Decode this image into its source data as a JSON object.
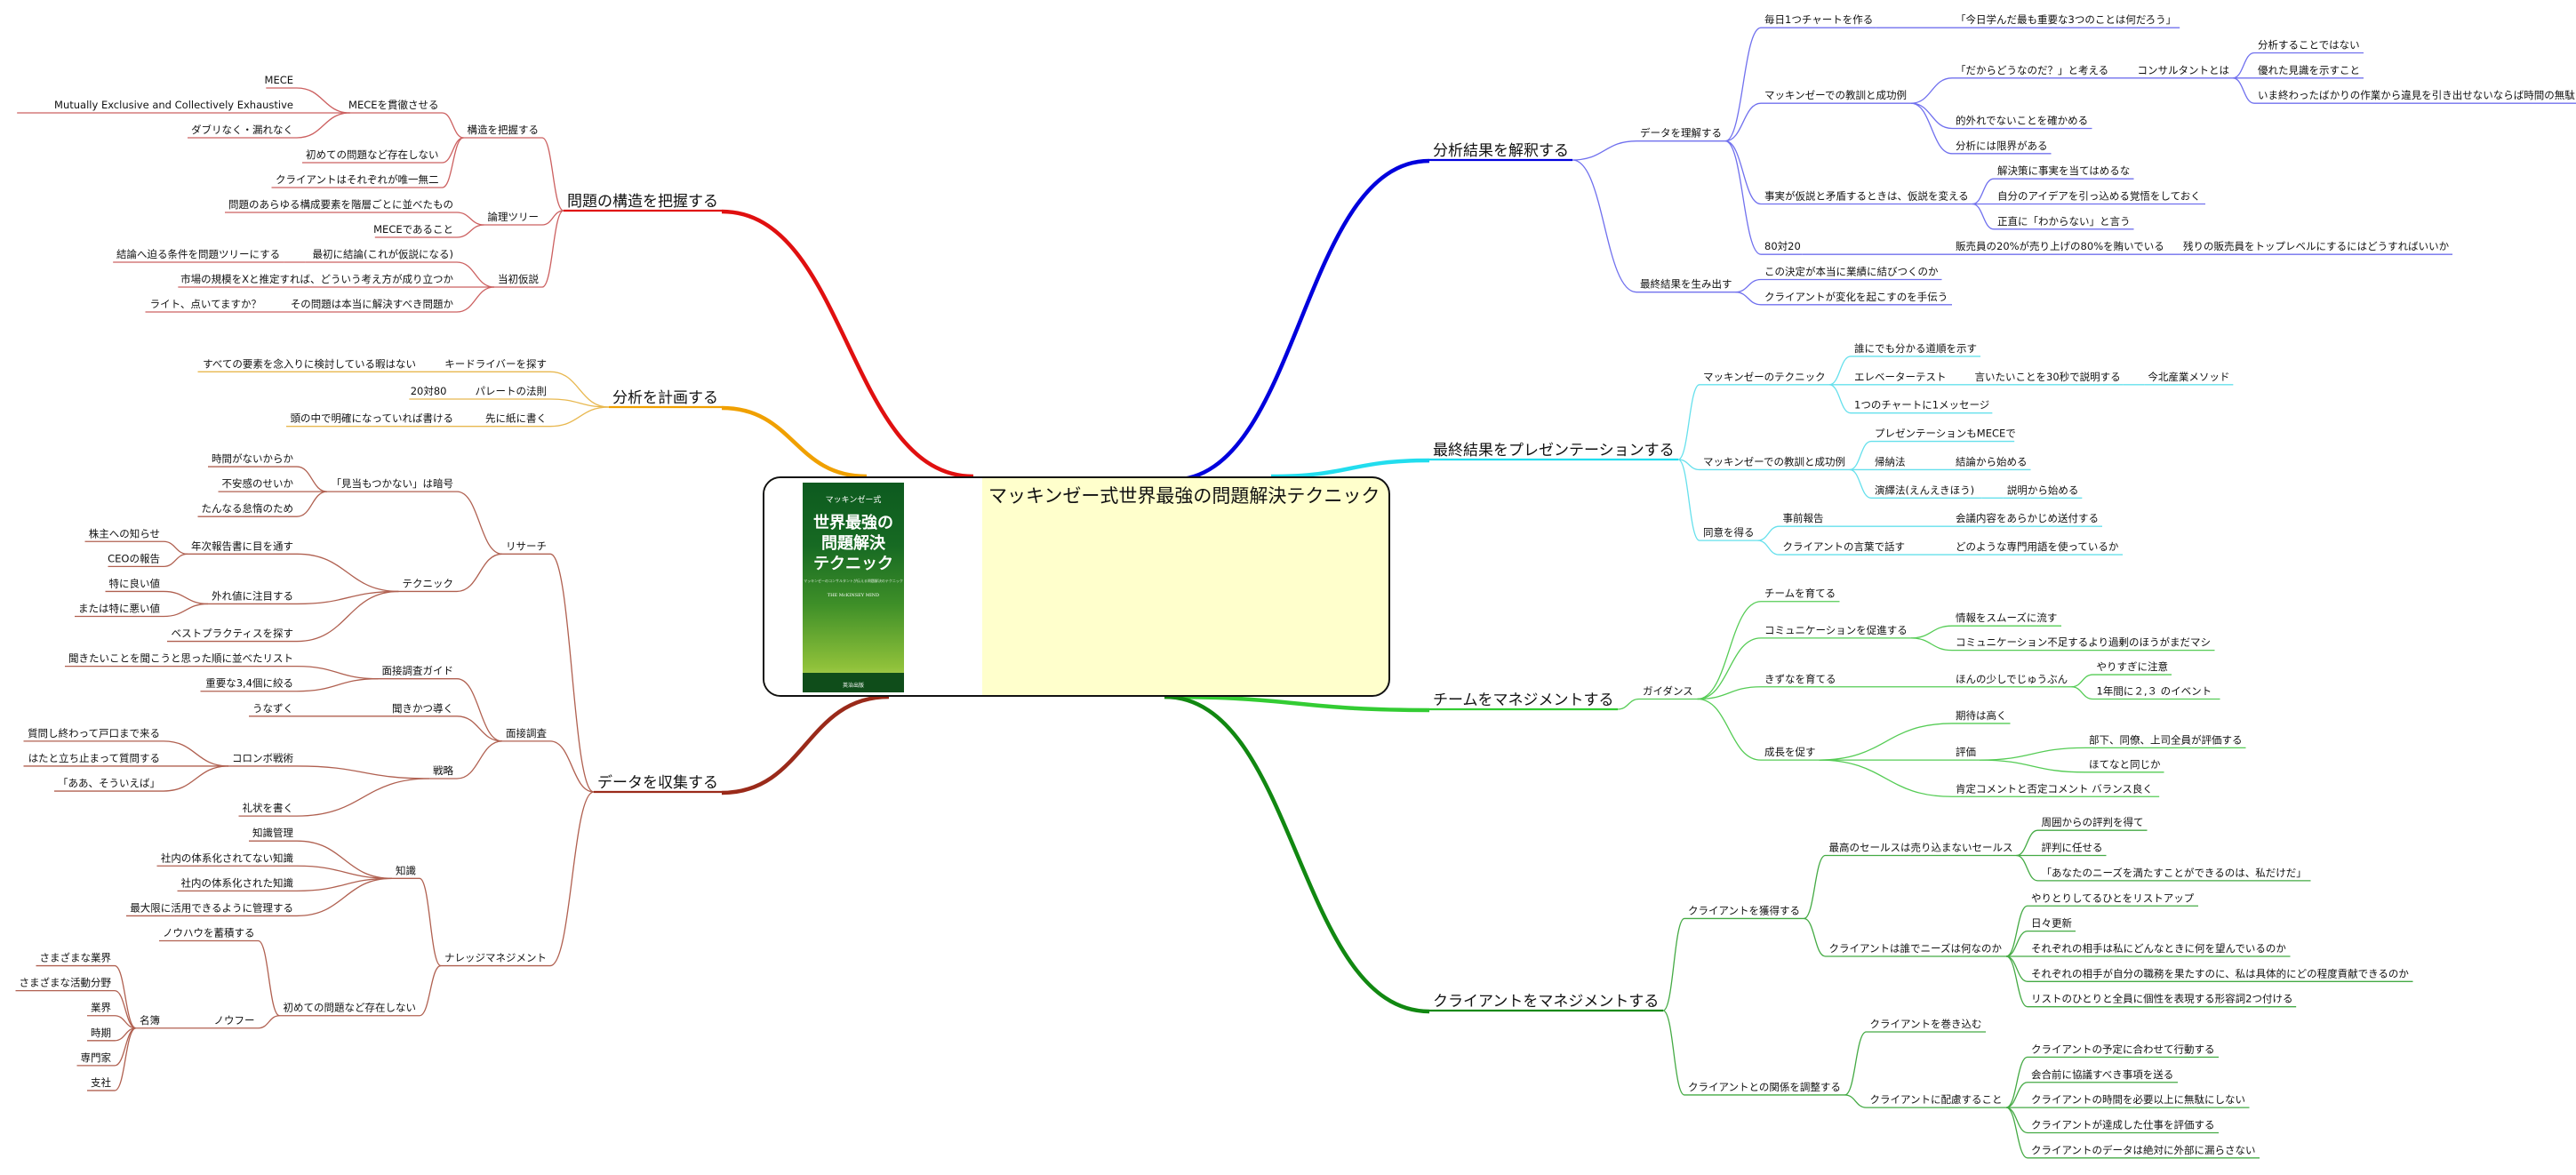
{
  "title": "マッキンゼー式世界最強の問題解決テクニック",
  "book": {
    "series": "マッキンゼー式",
    "title_lines": [
      "世界最強の",
      "問題解決",
      "テクニック"
    ],
    "tagline": "マッキンゼーのコンサルタントが伝える問題解決のテクニック",
    "english": "THE McKINSEY MIND",
    "publisher": "英治出版"
  },
  "colors": {
    "red": "#e01010",
    "orange": "#f0a000",
    "darkred": "#9a2a1a",
    "blue": "#0000dd",
    "cyan": "#22ddee",
    "green_light": "#33cc33",
    "green_dark": "#118811",
    "sub_red": "#cc6060",
    "sub_orange": "#e8b850",
    "sub_darkred": "#b06050",
    "sub_blue": "#7070ee",
    "sub_cyan": "#66e0ec",
    "sub_green": "#55cc55",
    "sub_green_dark": "#44aa44"
  },
  "left": [
    {
      "label": "問題の構造を把握する",
      "color": "red",
      "children": [
        {
          "label": "構造を把握する",
          "children": [
            {
              "label": "MECEを貫徹させる",
              "children": [
                {
                  "label": "MECE"
                },
                {
                  "label": "Mutually Exclusive and Collectively Exhaustive"
                },
                {
                  "label": "ダブリなく・漏れなく"
                }
              ]
            },
            {
              "label": "初めての問題など存在しない"
            },
            {
              "label": "クライアントはそれぞれが唯一無二"
            }
          ]
        },
        {
          "label": "論理ツリー",
          "children": [
            {
              "label": "問題のあらゆる構成要素を階層ごとに並べたもの"
            },
            {
              "label": "MECEであること"
            }
          ]
        },
        {
          "label": "当初仮説",
          "children": [
            {
              "label": "最初に結論(これが仮説になる)",
              "children": [
                {
                  "label": "結論へ迫る条件を問題ツリーにする"
                }
              ]
            },
            {
              "label": "市場の規模をXと推定すれば、どういう考え方が成り立つか"
            },
            {
              "label": "その問題は本当に解決すべき問題か",
              "children": [
                {
                  "label": "ライト、点いてますか？"
                }
              ]
            }
          ]
        }
      ]
    },
    {
      "label": "分析を計画する",
      "color": "orange",
      "children": [
        {
          "label": "キードライバーを探す",
          "children": [
            {
              "label": "すべての要素を念入りに検討している暇はない"
            }
          ]
        },
        {
          "label": "パレートの法則",
          "children": [
            {
              "label": "20対80"
            }
          ]
        },
        {
          "label": "先に紙に書く",
          "children": [
            {
              "label": "頭の中で明確になっていれば書ける"
            }
          ]
        }
      ]
    },
    {
      "label": "データを収集する",
      "color": "darkred",
      "children": [
        {
          "label": "リサーチ",
          "children": [
            {
              "label": "「見当もつかない」は暗号",
              "children": [
                {
                  "label": "時間がないからか"
                },
                {
                  "label": "不安感のせいか"
                },
                {
                  "label": "たんなる怠惰のため"
                }
              ]
            },
            {
              "label": "テクニック",
              "children": [
                {
                  "label": "年次報告書に目を通す",
                  "children": [
                    {
                      "label": "株主への知らせ"
                    },
                    {
                      "label": "CEOの報告"
                    }
                  ]
                },
                {
                  "label": "外れ値に注目する",
                  "children": [
                    {
                      "label": "特に良い値"
                    },
                    {
                      "label": "または特に悪い値"
                    }
                  ]
                },
                {
                  "label": "ベストプラクティスを探す"
                }
              ]
            }
          ]
        },
        {
          "label": "面接調査",
          "children": [
            {
              "label": "面接調査ガイド",
              "children": [
                {
                  "label": "聞きたいことを聞こうと思った順に並べたリスト"
                },
                {
                  "label": "重要な3,4個に絞る"
                }
              ]
            },
            {
              "label": "聞きかつ導く",
              "children": [
                {
                  "label": "うなずく"
                }
              ]
            },
            {
              "label": "戦略",
              "children": [
                {
                  "label": "コロンボ戦術",
                  "children": [
                    {
                      "label": "質問し終わって戸口まで来る"
                    },
                    {
                      "label": "はたと立ち止まって質問する"
                    },
                    {
                      "label": "「ああ、そういえば」"
                    }
                  ]
                },
                {
                  "label": "礼状を書く"
                }
              ]
            }
          ]
        },
        {
          "label": "ナレッジマネジメント",
          "children": [
            {
              "label": "知識",
              "children": [
                {
                  "label": "知識管理"
                },
                {
                  "label": "社内の体系化されてない知識"
                },
                {
                  "label": "社内の体系化された知識"
                },
                {
                  "label": "最大限に活用できるように管理する"
                }
              ]
            },
            {
              "label": "初めての問題など存在しない",
              "children": [
                {
                  "label": "ノウハウを蓄積する"
                },
                {
                  "label": "ノウフー",
                  "children": [
                    {
                      "label": "名簿",
                      "children": [
                        {
                          "label": "さまざまな業界"
                        },
                        {
                          "label": "さまざまな活動分野"
                        },
                        {
                          "label": "業界"
                        },
                        {
                          "label": "時期"
                        },
                        {
                          "label": "専門家"
                        },
                        {
                          "label": "支社"
                        }
                      ]
                    }
                  ]
                }
              ]
            }
          ]
        }
      ]
    }
  ],
  "right": [
    {
      "label": "分析結果を解釈する",
      "color": "blue",
      "children": [
        {
          "label": "データを理解する",
          "children": [
            {
              "label": "毎日1つチャートを作る",
              "children": [
                {
                  "label": "「今日学んだ最も重要な3つのことは何だろう」"
                }
              ]
            },
            {
              "label": "マッキンゼーでの教訓と成功例",
              "children": [
                {
                  "label": "「だからどうなのだ？」と考える",
                  "children": [
                    {
                      "label": "コンサルタントとは",
                      "children": [
                        {
                          "label": "分析することではない"
                        },
                        {
                          "label": "優れた見識を示すこと"
                        },
                        {
                          "label": "いま終わったばかりの作業から違見を引き出せないならば時間の無駄"
                        }
                      ]
                    }
                  ]
                },
                {
                  "label": "的外れでないことを確かめる"
                },
                {
                  "label": "分析には限界がある"
                }
              ]
            },
            {
              "label": "事実が仮説と矛盾するときは、仮説を変える",
              "children": [
                {
                  "label": "解決策に事実を当てはめるな"
                },
                {
                  "label": "自分のアイデアを引っ込める覚悟をしておく"
                },
                {
                  "label": "正直に「わからない」と言う"
                }
              ]
            },
            {
              "label": "80対20",
              "children": [
                {
                  "label": "販売員の20%が売り上げの80%を賄いでいる",
                  "children": [
                    {
                      "label": "残りの販売員をトップレベルにするにはどうすればいいか"
                    }
                  ]
                }
              ]
            }
          ]
        },
        {
          "label": "最終結果を生み出す",
          "children": [
            {
              "label": "この決定が本当に業績に結びつくのか"
            },
            {
              "label": "クライアントが変化を起こすのを手伝う"
            }
          ]
        }
      ]
    },
    {
      "label": "最終結果をプレゼンテーションする",
      "color": "cyan",
      "children": [
        {
          "label": "マッキンゼーのテクニック",
          "children": [
            {
              "label": "誰にでも分かる道順を示す"
            },
            {
              "label": "エレベーターテスト",
              "children": [
                {
                  "label": "言いたいことを30秒で説明する",
                  "children": [
                    {
                      "label": "今北産業メソッド"
                    }
                  ]
                }
              ]
            },
            {
              "label": "1つのチャートに1メッセージ"
            }
          ]
        },
        {
          "label": "マッキンゼーでの教訓と成功例",
          "children": [
            {
              "label": "プレゼンテーションもMECEで"
            },
            {
              "label": "帰納法",
              "children": [
                {
                  "label": "結論から始める"
                }
              ]
            },
            {
              "label": "演繹法(えんえきほう)",
              "children": [
                {
                  "label": "説明から始める"
                }
              ]
            }
          ]
        },
        {
          "label": "同意を得る",
          "children": [
            {
              "label": "事前報告",
              "children": [
                {
                  "label": "会議内容をあらかじめ送付する"
                }
              ]
            },
            {
              "label": "クライアントの言葉で話す",
              "children": [
                {
                  "label": "どのような専門用語を使っているか"
                }
              ]
            }
          ]
        }
      ]
    },
    {
      "label": "チームをマネジメントする",
      "color": "green_light",
      "children": [
        {
          "label": "ガイダンス",
          "children": [
            {
              "label": "チームを育てる"
            },
            {
              "label": "コミュニケーションを促進する",
              "children": [
                {
                  "label": "情報をスムーズに流す"
                },
                {
                  "label": "コミュニケーション不足するより過剰のほうがまだマシ"
                }
              ]
            },
            {
              "label": "きずなを育てる",
              "children": [
                {
                  "label": "ほんの少しでじゅうぶん",
                  "children": [
                    {
                      "label": "やりすぎに注意"
                    },
                    {
                      "label": "1年間に２,３ のイベント"
                    }
                  ]
                }
              ]
            },
            {
              "label": "成長を促す",
              "children": [
                {
                  "label": "期待は高く"
                },
                {
                  "label": "評価",
                  "children": [
                    {
                      "label": "部下、同僚、上司全員が評価する"
                    },
                    {
                      "label": "ほてなと同じか"
                    }
                  ]
                },
                {
                  "label": "肯定コメントと否定コメント バランス良く"
                }
              ]
            }
          ]
        }
      ]
    },
    {
      "label": "クライアントをマネジメントする",
      "color": "green_dark",
      "children": [
        {
          "label": "クライアントを獲得する",
          "children": [
            {
              "label": "最高のセールスは売り込まないセールス",
              "children": [
                {
                  "label": "周囲からの評判を得て"
                },
                {
                  "label": "評判に任せる"
                },
                {
                  "label": "「あなたのニーズを満たすことができるのは、私だけだ」"
                }
              ]
            },
            {
              "label": "クライアントは誰でニーズは何なのか",
              "children": [
                {
                  "label": "やりとりしてるひとをリストアップ"
                },
                {
                  "label": "日々更新"
                },
                {
                  "label": "それぞれの相手は私にどんなときに何を望んでいるのか"
                },
                {
                  "label": "それぞれの相手が自分の職務を果たすのに、私は具体的にどの程度貢献できるのか"
                },
                {
                  "label": "リストのひとりと全員に個性を表現する形容詞2つ付ける"
                }
              ]
            }
          ]
        },
        {
          "label": "クライアントとの関係を調整する",
          "children": [
            {
              "label": "クライアントを巻き込む"
            },
            {
              "label": "クライアントに配慮すること",
              "children": [
                {
                  "label": "クライアントの予定に合わせて行動する"
                },
                {
                  "label": "会合前に協議すべき事項を送る"
                },
                {
                  "label": "クライアントの時間を必要以上に無駄にしない"
                },
                {
                  "label": "クライアントが達成した仕事を評価する"
                },
                {
                  "label": "クライアントのデータは絶対に外部に漏らさない"
                }
              ]
            }
          ]
        }
      ]
    }
  ]
}
